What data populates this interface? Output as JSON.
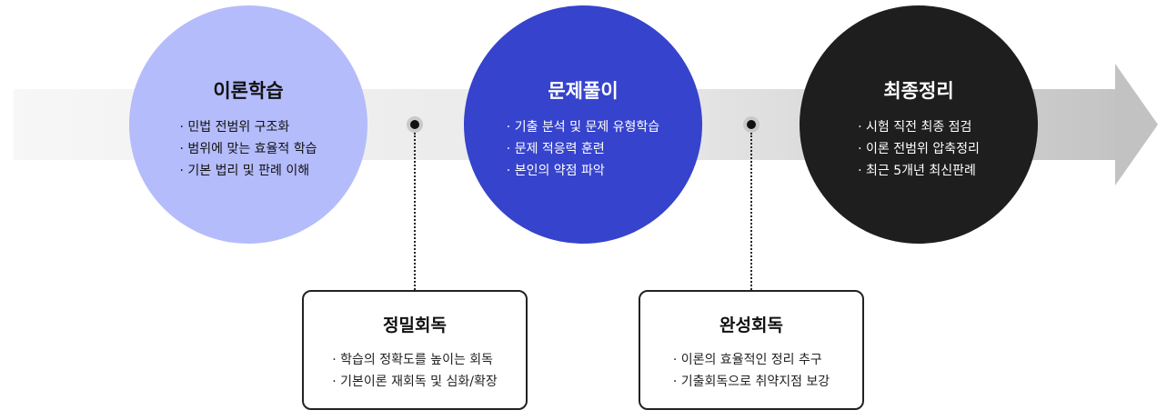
{
  "stages": [
    {
      "title": "이론학습",
      "items": [
        "민법 전범위 구조화",
        "범위에 맞는 효율적 학습",
        "기본 법리 및 판례 이해"
      ],
      "color": "#b4bcfb"
    },
    {
      "title": "문제풀이",
      "items": [
        "기출 분석 및 문제 유형학습",
        "문제 적응력 훈련",
        "본인의 약점 파악"
      ],
      "color": "#3643cc"
    },
    {
      "title": "최종정리",
      "items": [
        "시험 직전 최종 점검",
        "이론 전범위 압축정리",
        "최근 5개년 최신판례"
      ],
      "color": "#1e1e1e"
    }
  ],
  "reviews": [
    {
      "title": "정밀회독",
      "items": [
        "학습의 정확도를 높이는 회독",
        "기본이론 재회독 및 심화/확장"
      ]
    },
    {
      "title": "완성회독",
      "items": [
        "이론의 효율적인 정리 추구",
        "기출회독으로 취약지점 보강"
      ]
    }
  ]
}
